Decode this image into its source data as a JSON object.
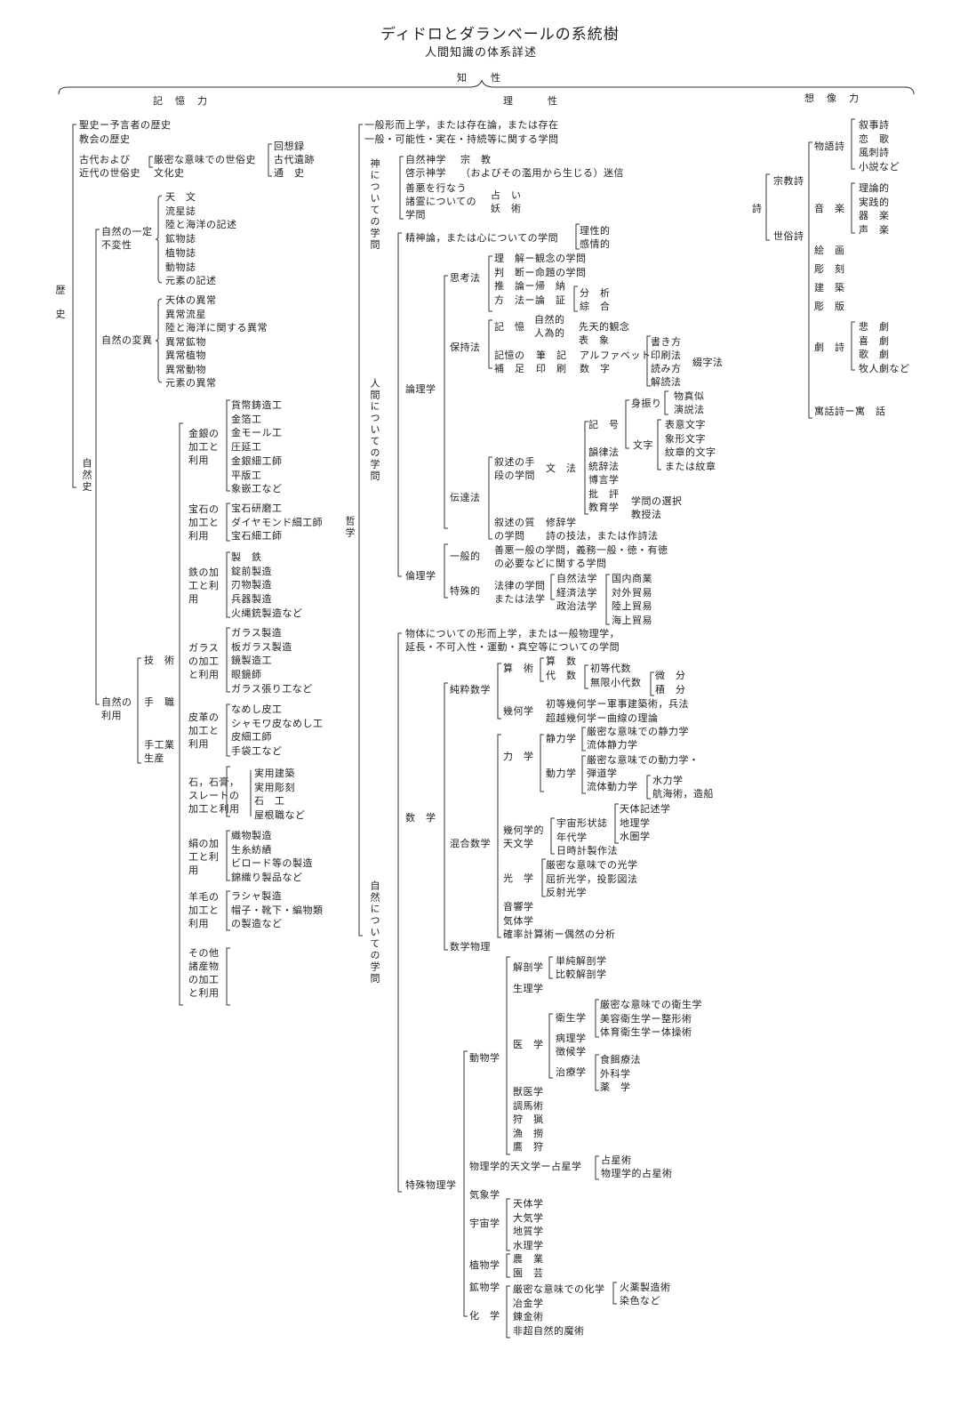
{
  "title": "ディドロとダランベールの系統樹",
  "subtitle": "人間知識の体系詳述",
  "top": "知　性",
  "sections": [
    "記憶力",
    "理　性",
    "想像力"
  ],
  "memory": {
    "rekishi": "歴史",
    "seishi": "聖史ー予言者の歴史",
    "kyoukai": "教会の歴史",
    "kodai1": "古代および",
    "kodai2": "近代の世俗史",
    "genmitsu": "厳密な意味での世俗史",
    "bunka": "文化史",
    "kaisou": "回想録",
    "koseki": "古代遺跡",
    "tsuushi": "通　史",
    "shizenshi": "自然史",
    "fuhen": "自然の一定不変性",
    "fuhen_items": [
      "天　文",
      "流星誌",
      "陸と海洋の記述",
      "鉱物誌",
      "植物誌",
      "動物誌",
      "元素の記述"
    ],
    "hen_i": "自然の変異",
    "hen_i_items": [
      "天体の異常",
      "異常流星",
      "陸と海洋に関する異常",
      "異常鉱物",
      "異常植物",
      "異常動物",
      "元素の異常"
    ],
    "riyou": "自然の利用",
    "gijutsu": "技　術",
    "shushoku": "手　職",
    "shukougyou": "手工業生産",
    "groups": [
      {
        "label": "金銀の加工と利用",
        "items": [
          "貨幣鋳造工",
          "金箔工",
          "金モール工",
          "圧延工",
          "金銀細工師",
          "平版工",
          "象嵌工など"
        ]
      },
      {
        "label": "宝石の加工と利用",
        "items": [
          "宝石研磨工",
          "ダイヤモンド細工師",
          "宝石細工師"
        ]
      },
      {
        "label": "鉄の加工と利用",
        "items": [
          "製　鉄",
          "錠前製造",
          "刃物製造",
          "兵器製造",
          "火縄銃製造など"
        ]
      },
      {
        "label": "ガラスの加工と利用",
        "items": [
          "ガラス製造",
          "板ガラス製造",
          "鏡製造工",
          "眼鏡師",
          "ガラス張り工など"
        ]
      },
      {
        "label": "皮革の加工と利用",
        "items": [
          "なめし皮工",
          "シャモワ皮なめし工",
          "皮細工師",
          "手袋工など"
        ]
      },
      {
        "label": "石，石膏，スレートの加工と利用",
        "items": [
          "実用建築",
          "実用彫刻",
          "石　工",
          "屋根職など"
        ]
      },
      {
        "label": "絹の加工と利用",
        "items": [
          "織物製造",
          "生糸紡績",
          "ビロード等の製造",
          "錦織り製品など"
        ]
      },
      {
        "label": "羊毛の加工と利用",
        "items": [
          "ラシャ製造",
          "帽子・靴下・編物類",
          "の製造など"
        ]
      },
      {
        "label": "その他諸産物の加工と利用",
        "items": []
      }
    ]
  },
  "reason": {
    "tetsugaku": "哲学",
    "ippan1": "一般形而上学，または存在論，または存在",
    "ippan2": "一般・可能性・実在・持続等に関する学問",
    "kami": "神についての学問",
    "shizen_shingaku": "自然神学",
    "keiji_shingaku": "啓示神学",
    "shuukyou": "宗　教",
    "meishin": "（およびその濫用から生じる）迷信",
    "zen_aku": [
      "善悪を行なう",
      "諸霊についての",
      "学問"
    ],
    "uranai": "占　い",
    "youjutsu": "妖　術",
    "ningen": "人間についての学問",
    "seishin": "精神論，または心についての学問",
    "riseiteki": "理性的",
    "kanjouteki": "感情的",
    "ronrigaku": "論理学",
    "shikouhou": "思考法",
    "shikou_items": [
      "理　解ー観念の学問",
      "判　断ー命題の学問",
      "推　論ー帰　納",
      "方　法ー論　証"
    ],
    "bunseki": "分　析",
    "sougou": "綜　合",
    "hojihou": "保持法",
    "kioku": "記　憶",
    "shizenteki": "自然的",
    "jin_iteki": "人為的",
    "sentenno": "先天的観念",
    "hyoushou": "表　象",
    "kioku_hojo": [
      "記憶の",
      "補　足"
    ],
    "hikki": "筆　記",
    "insatsu": "印　刷",
    "alphabet": "アルファベット",
    "suuji": "数　字",
    "kakikata": [
      "書き方",
      "印刷法",
      "読み方",
      "解読法"
    ],
    "sokujihou": "綴字法",
    "dentatsu": "伝達法",
    "jojutsu_shudan": [
      "叙述の手",
      "段の学問"
    ],
    "bunpou": "文　法",
    "kigou": "記　号",
    "miburi": "身振り",
    "monomane": [
      "物真似",
      "演説法"
    ],
    "moji": "文字",
    "moji_items": [
      "表意文字",
      "象形文字",
      "紋章的文字",
      "または紋章"
    ],
    "bunpou_items": [
      "韻律法",
      "統辞法",
      "博言学",
      "批　評",
      "教育学"
    ],
    "gakumon_sentaku": "学問の選択",
    "kyoujuhou": "教授法",
    "jojutsu_shitsu": [
      "叙述の質",
      "の学問"
    ],
    "shuujigaku": "修辞学",
    "shi_gihou": "詩の技法，または作詩法",
    "rinrigaku": "倫理学",
    "ippanteki": "一般的",
    "ippanteki_desc": [
      "善悪一般の学問，義務一般・徳・有徳",
      "の必要などに関する学問"
    ],
    "tokushuteki": "特殊的",
    "houritsu": [
      "法律の学問",
      "または法学"
    ],
    "houritsu_items": [
      "自然法学",
      "経済法学",
      "政治法学"
    ],
    "boueki": [
      "国内商業",
      "対外貿易",
      "陸上貿易",
      "海上貿易"
    ],
    "shizen_gakumon": "自然についての学問",
    "buttai1": "物体についての形而上学，または一般物理学，",
    "buttai2": "延長・不可入性・運動・真空等についての学問",
    "suugaku": "数　学",
    "junsui": "純粋数学",
    "sanjutsu": "算　術",
    "sanjutsu_items": [
      "算　数",
      "代　数"
    ],
    "daisuu_items": [
      "初等代数",
      "無限小代数"
    ],
    "bibun": [
      "微　分",
      "積　分"
    ],
    "kikagaku": "幾何学",
    "kika_items": [
      "初等幾何学ー軍事建築術，兵法",
      "超越幾何学ー曲線の理論"
    ],
    "kongou": "混合数学",
    "rikigaku": "力　学",
    "seirikigaku": "静力学",
    "seiriki_items": [
      "厳密な意味での静力学",
      "流体静力学"
    ],
    "dourikigaku": "動力学",
    "douriki_items": [
      "厳密な意味での動力学・",
      "弾道学",
      "流体動力学"
    ],
    "suiryoku": [
      "水力学",
      "航海術，造船"
    ],
    "kikagakuteki": [
      "幾何学的",
      "天文学"
    ],
    "tenmon_items": [
      "宇宙形状誌",
      "年代学",
      "日時計製作法"
    ],
    "uchuu_items": [
      "天体記述学",
      "地理学",
      "水圏学"
    ],
    "kougaku": "光　学",
    "kou_items": [
      "厳密な意味での光学",
      "屈折光学，投影図法",
      "反射光学"
    ],
    "kongou_rest": [
      "音響学",
      "気体学",
      "確率計算術ー偶然の分析"
    ],
    "suugaku_butsuri": "数学物理",
    "tokushu_butsuri": "特殊物理学",
    "doubutsu": "動物学",
    "kaibou": "解剖学",
    "kaibou_items": [
      "単純解剖学",
      "比較解剖学"
    ],
    "seiri": "生理学",
    "igaku": "医　学",
    "eisei": "衛生学",
    "eisei_items": [
      "厳密な意味での衛生学",
      "美容衛生学ー整形術",
      "体育衛生学ー体操術"
    ],
    "byouri": "病理学",
    "shouko": "徴候学",
    "chiryou": "治療学",
    "chiryou_items": [
      "食餌療法",
      "外科学",
      "薬　学"
    ],
    "doubutsu_rest": [
      "獣医学",
      "調馬術",
      "狩　猟",
      "漁　撈",
      "鷹　狩"
    ],
    "butsurigakuteki": "物理学的天文学ー占星学",
    "senseijutsu": [
      "占星術",
      "物理学的占星術"
    ],
    "kishou": "気象学",
    "uchuugaku": "宇宙学",
    "uchuugaku_items": [
      "天体学",
      "大気学",
      "地質学",
      "水理学"
    ],
    "shokubutsu": "植物学",
    "shokubutsu_items": [
      "農　業",
      "園　芸"
    ],
    "koubutsu": "鉱物学",
    "kagaku": "化　学",
    "kagaku_items": [
      "厳密な意味での化学",
      "冶金学",
      "錬金術",
      "非超自然的魔術"
    ],
    "kayaku": [
      "火薬製造術",
      "染色など"
    ]
  },
  "imagination": {
    "shi": "詩",
    "shuukyoushi": "宗教詩",
    "sezokushi": "世俗詩",
    "monogatari": "物語詩",
    "monogatari_items": [
      "叙事詩",
      "恋　歌",
      "風刺詩",
      "小説など"
    ],
    "ongaku": "音　楽",
    "ongaku_items": [
      "理論的",
      "実践的",
      "器　楽",
      "声　楽"
    ],
    "arts": [
      "絵　画",
      "彫　刻",
      "建　築",
      "彫　版"
    ],
    "geki": "劇　詩",
    "geki_items": [
      "悲　劇",
      "喜　劇",
      "歌　劇",
      "牧人劇など"
    ],
    "guuwa": "寓話詩ー寓　話"
  }
}
